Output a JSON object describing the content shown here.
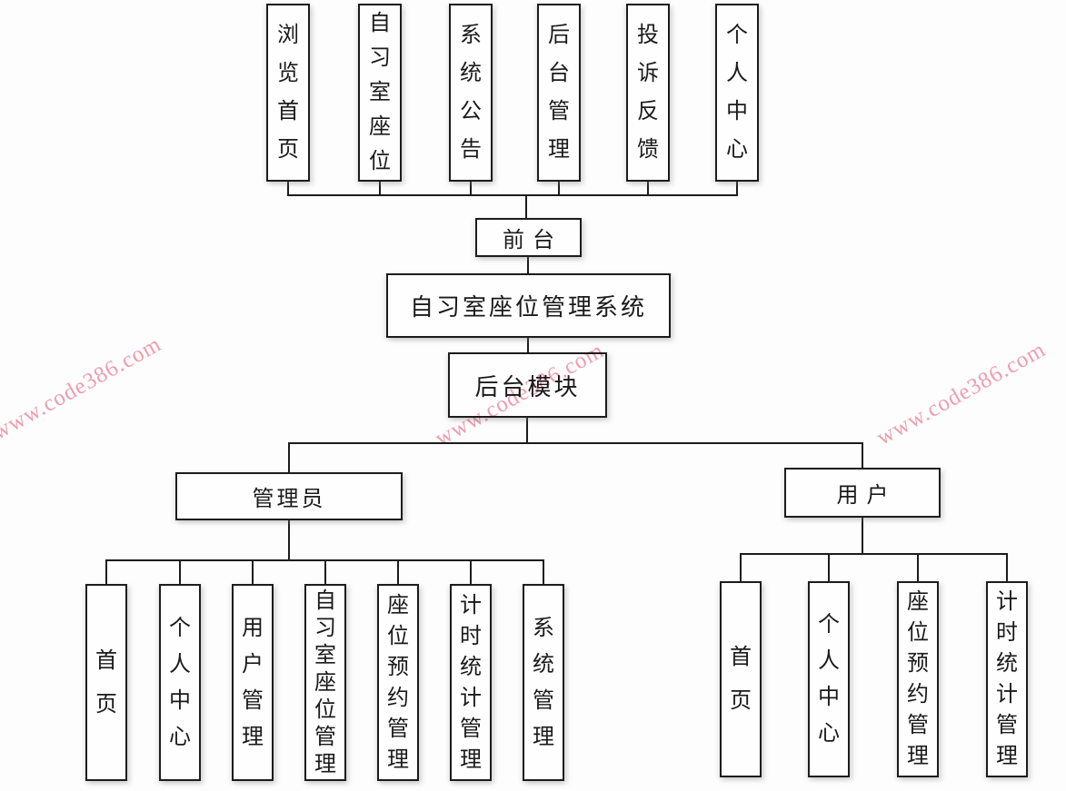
{
  "watermark": {
    "text": "www.code386.com",
    "color": "#ee8da2"
  },
  "tree": {
    "root": {
      "label": "自习室座位管理系统"
    },
    "front": {
      "label": "前台",
      "children": [
        {
          "label": "浏览首页"
        },
        {
          "label": "自习室座位"
        },
        {
          "label": "系统公告"
        },
        {
          "label": "后台管理"
        },
        {
          "label": "投诉反馈"
        },
        {
          "label": "个人中心"
        }
      ]
    },
    "backend": {
      "label": "后台模块"
    },
    "admin": {
      "label": "管理员",
      "children": [
        {
          "label": "首页"
        },
        {
          "label": "个人中心"
        },
        {
          "label": "用户管理"
        },
        {
          "label": "自习室座位管理"
        },
        {
          "label": "座位预约管理"
        },
        {
          "label": "计时统计管理"
        },
        {
          "label": "系统管理"
        }
      ]
    },
    "user": {
      "label": "用户",
      "children": [
        {
          "label": "首页"
        },
        {
          "label": "个人中心"
        },
        {
          "label": "座位预约管理"
        },
        {
          "label": "计时统计管理"
        }
      ]
    }
  }
}
